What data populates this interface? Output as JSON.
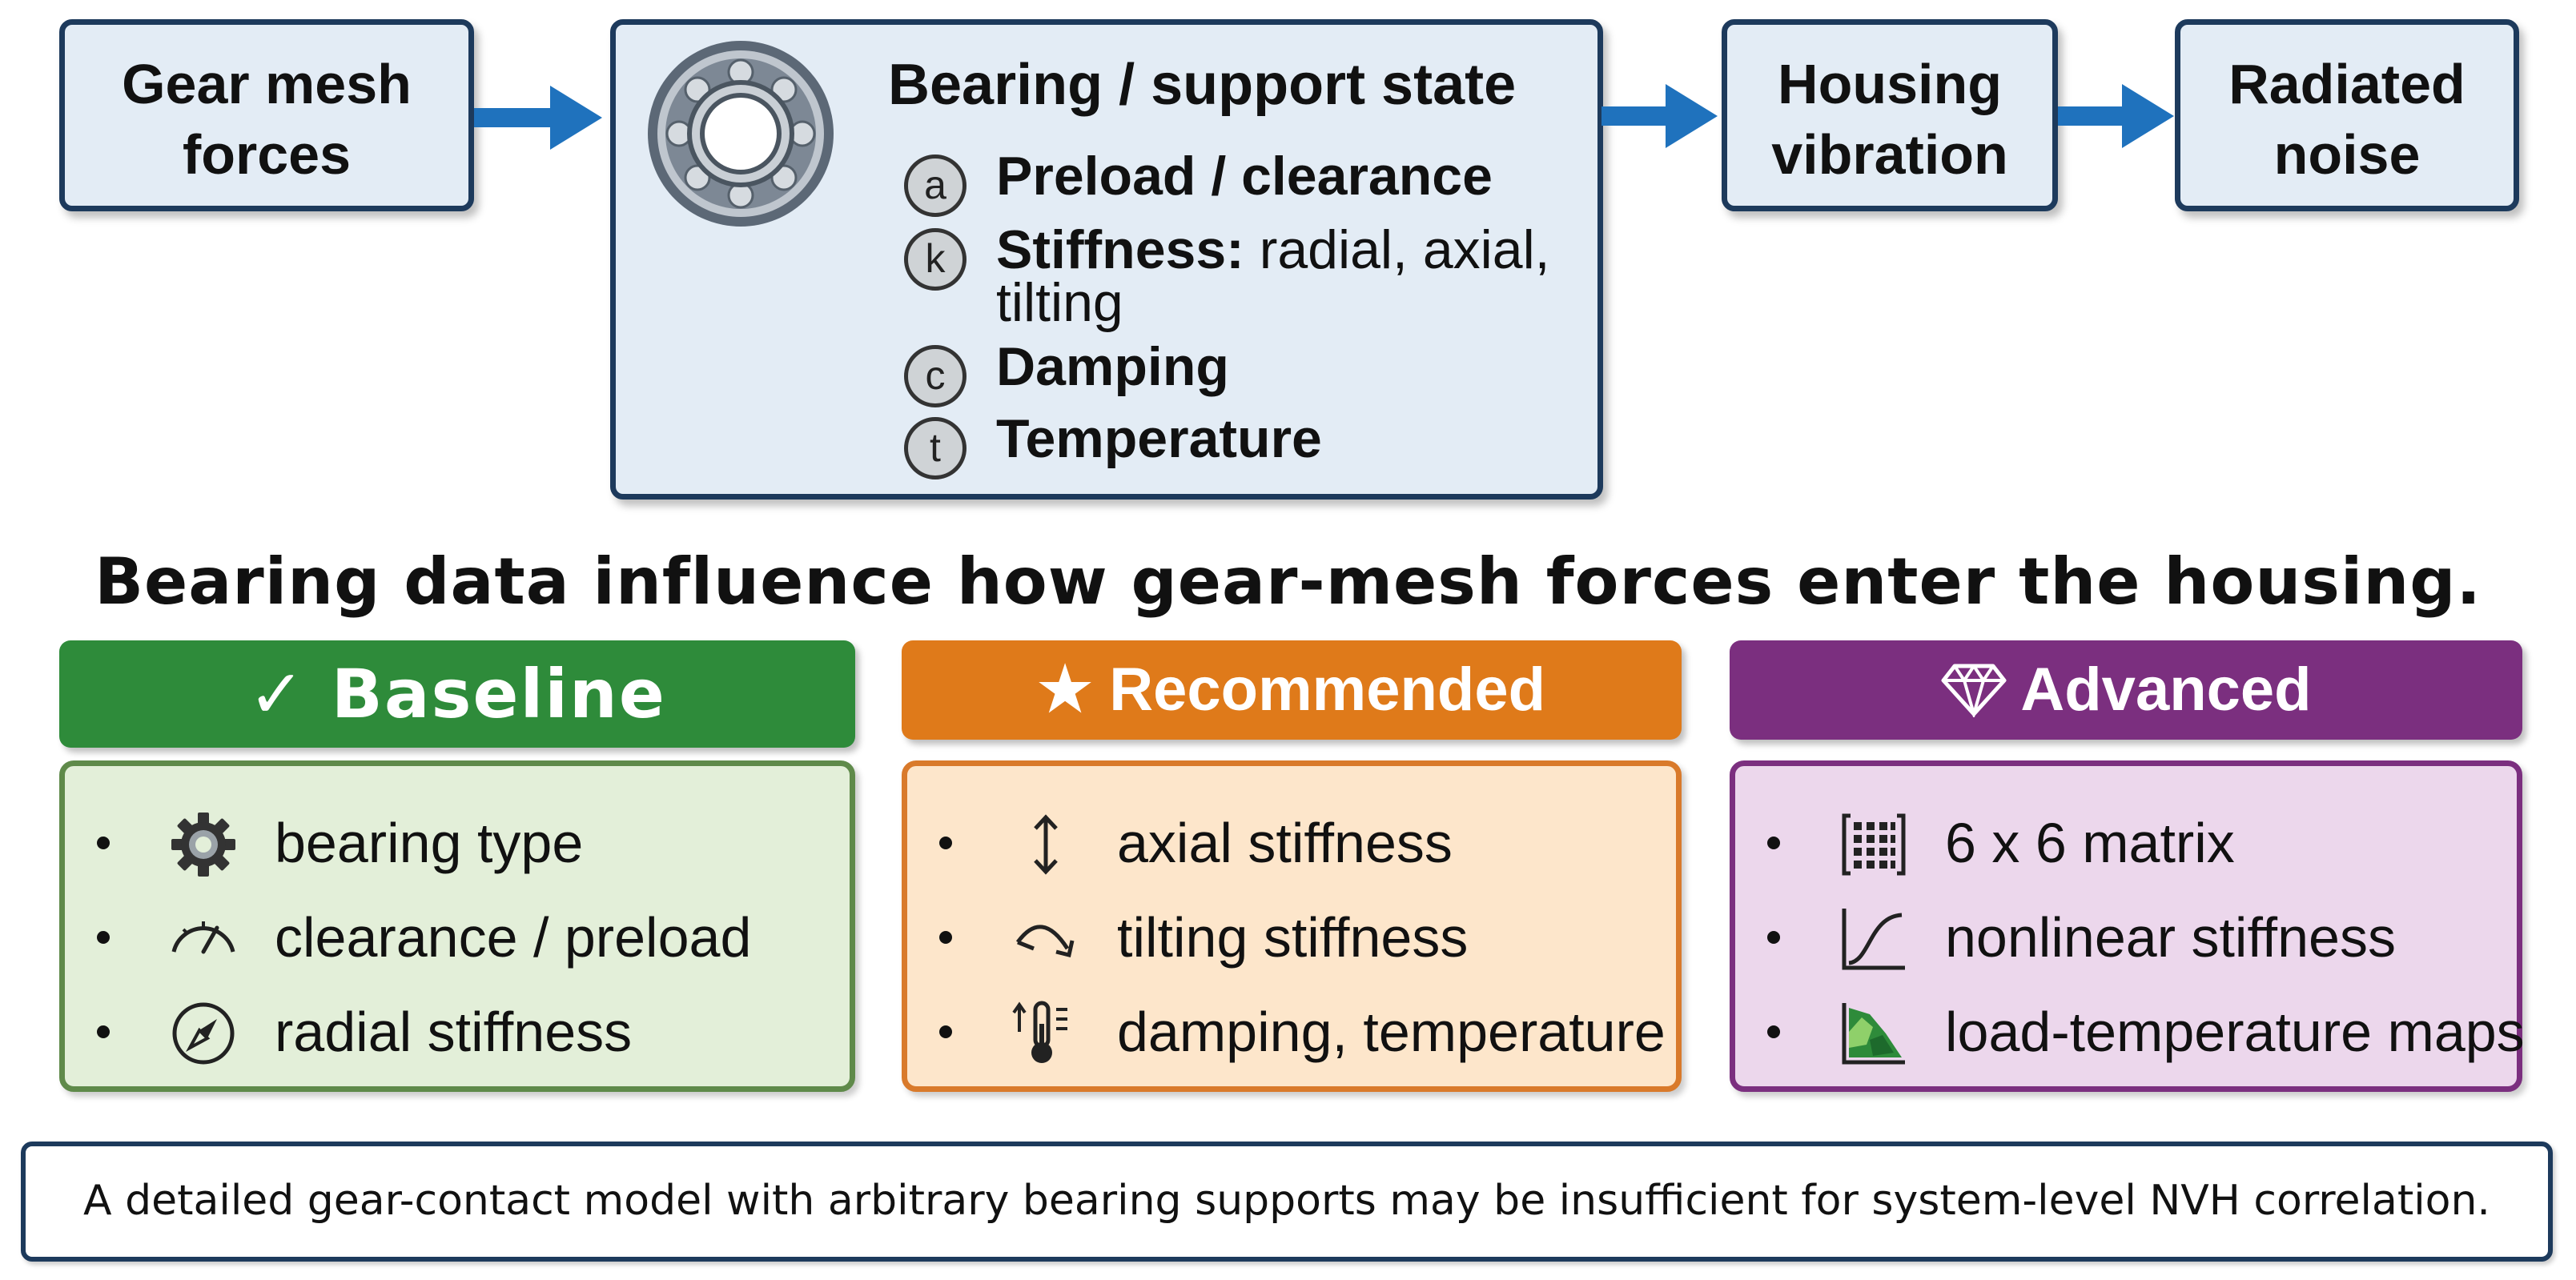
{
  "flow": {
    "gear_mesh": "Gear mesh\nforces",
    "bearing_title": "Bearing / support state",
    "housing": "Housing\nvibration",
    "noise": "Radiated\nnoise"
  },
  "bearing_props": [
    {
      "badge": "a",
      "bold": "Preload / clearance",
      "rest": ""
    },
    {
      "badge": "k",
      "bold": "Stiffness:",
      "rest": " radial, axial,",
      "rest2": "tilting"
    },
    {
      "badge": "c",
      "bold": "Damping",
      "rest": ""
    },
    {
      "badge": "t",
      "bold": "Temperature",
      "rest": ""
    }
  ],
  "headline": "Bearing data influence how gear-mesh forces enter the housing.",
  "tiers": {
    "baseline": {
      "symbol": "✓",
      "label": "Baseline",
      "color": "#2e8b3a",
      "items": [
        "bearing type",
        "clearance / preload",
        "radial stiffness"
      ],
      "icons": [
        "gear-icon",
        "gauge-icon",
        "compass-icon"
      ]
    },
    "recommended": {
      "symbol": "★",
      "label": "Recommended",
      "color": "#df7a1a",
      "items": [
        "axial stiffness",
        "tilting stiffness",
        "damping, temperature"
      ],
      "icons": [
        "vertical-arrows-icon",
        "curved-arrow-icon",
        "thermometer-icon"
      ]
    },
    "advanced": {
      "symbol": "diamond",
      "label": "Advanced",
      "color": "#7b2f7f",
      "items": [
        "6 x 6 matrix",
        "nonlinear stiffness",
        "load-temperature maps"
      ],
      "icons": [
        "matrix-icon",
        "curve-icon",
        "map-icon"
      ]
    }
  },
  "footer": "A detailed gear-contact model with arbitrary bearing supports may be insufficient for system-level NVH correlation.",
  "colors": {
    "box_border": "#1d3a5c",
    "box_fill": "#e3ecf5",
    "arrow": "#1f72bd",
    "baseline_fill": "#e3efd9",
    "recommended_fill": "#fde6cb",
    "advanced_fill": "#ecd7ec"
  }
}
